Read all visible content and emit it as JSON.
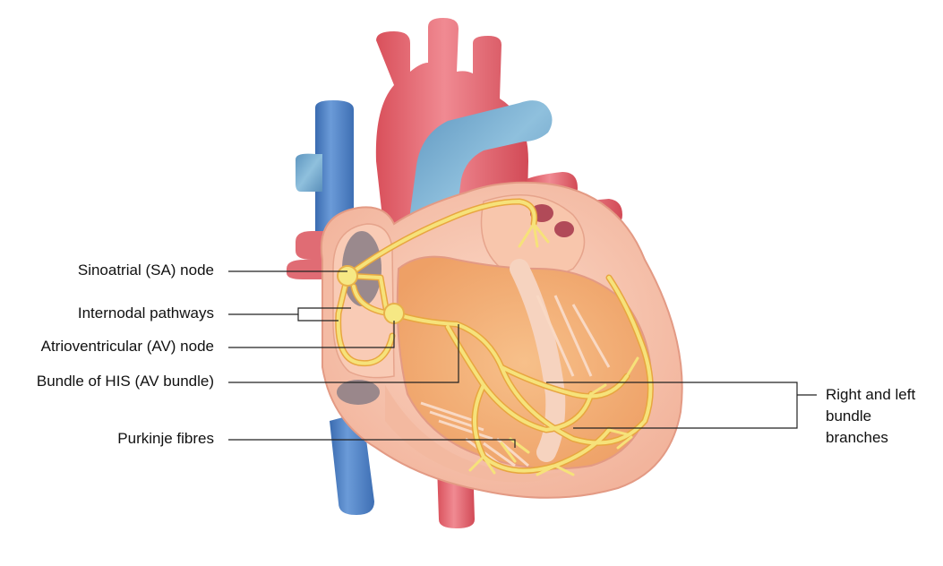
{
  "labels": {
    "sa_node": "Sinoatrial (SA) node",
    "internodal": "Internodal pathways",
    "av_node": "Atrioventricular (AV) node",
    "his": "Bundle of HIS (AV bundle)",
    "purkinje": "Purkinje fibres",
    "branches": [
      "Right and left",
      "bundle",
      "branches"
    ]
  },
  "colors": {
    "vein_blue": "#4a7fc1",
    "artery_red": "#e2606a",
    "pulmonary_blue": "#6fa6c9",
    "heart_wall": "#f6c3ad",
    "chamber": "#f2a872",
    "conduction": "#f6e27a",
    "conduction_edge": "#e8b04a"
  }
}
